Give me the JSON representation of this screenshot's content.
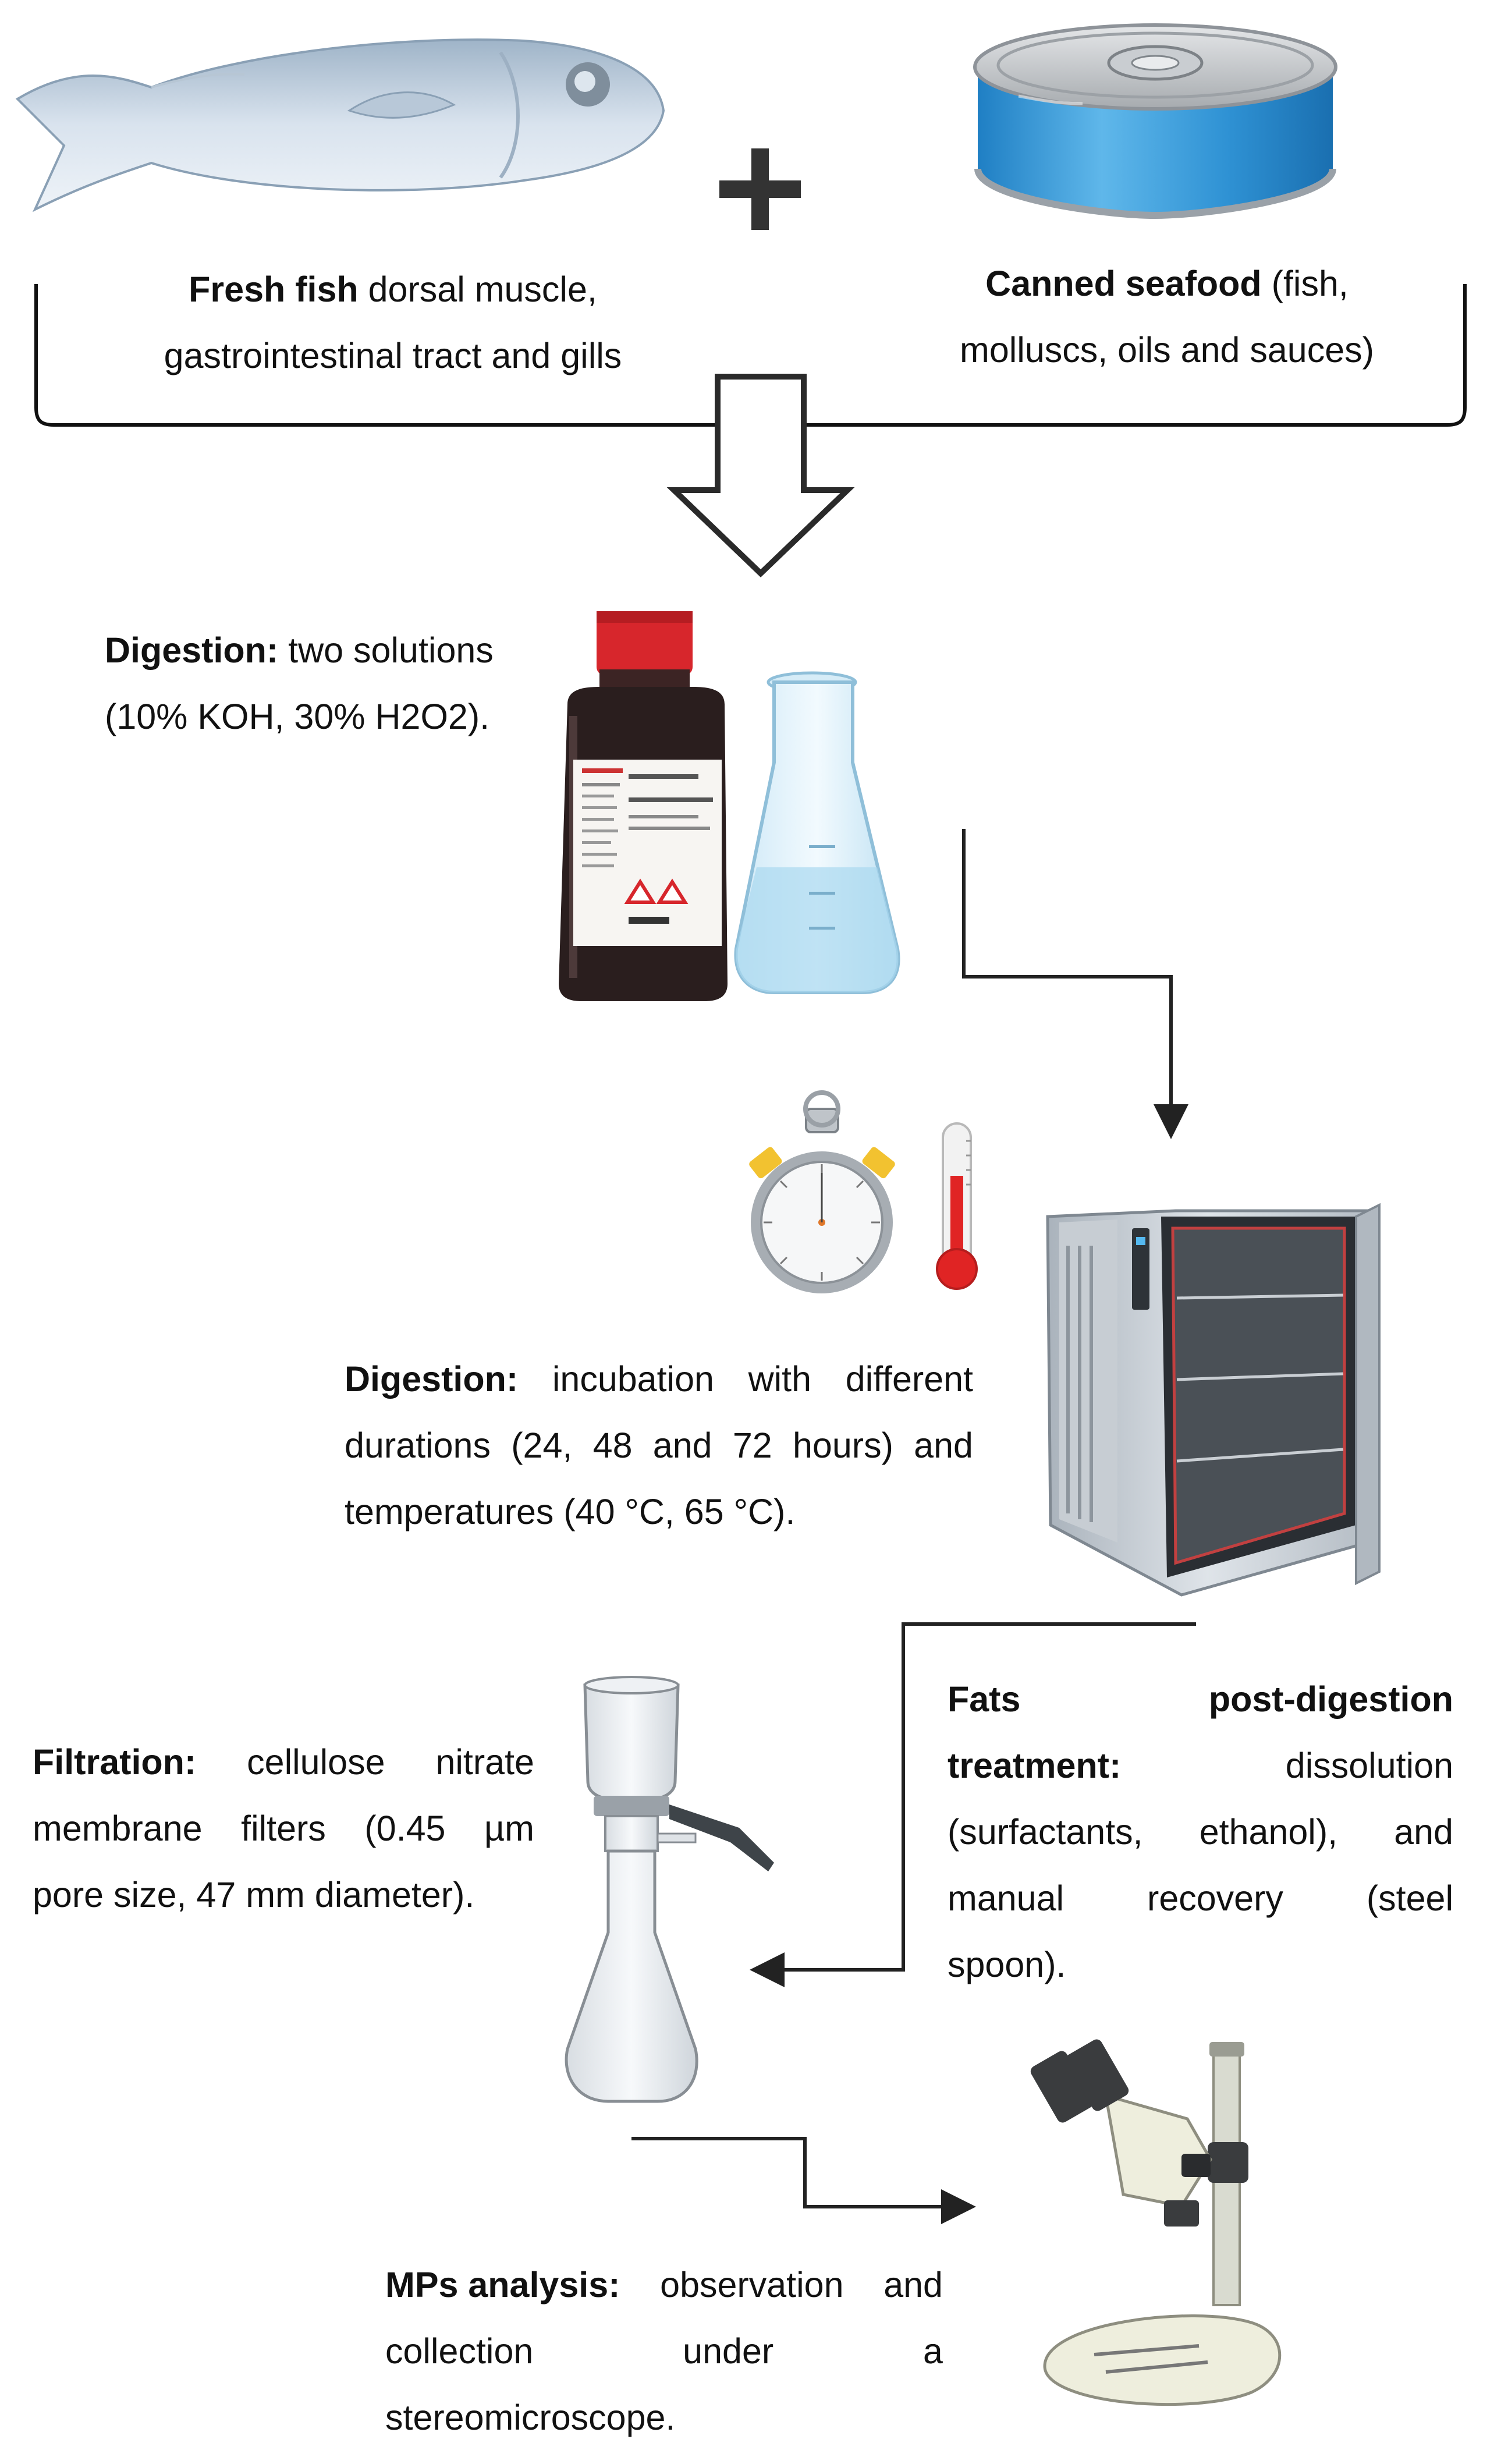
{
  "step_source": {
    "fresh_fish": {
      "bold": "Fresh fish",
      "rest": " dorsal muscle,",
      "line2": "gastrointestinal tract and gills"
    },
    "canned": {
      "bold": "Canned seafood",
      "rest": " (fish,",
      "line2": "molluscs, oils and sauces)"
    }
  },
  "step_digestion_solutions": {
    "bold": "Digestion:",
    "rest": " two solutions",
    "line2": "(10% KOH, 30% H2O2)."
  },
  "step_incubation": {
    "bold": "Digestion:",
    "line1_words": [
      "incubation",
      "with",
      "different"
    ],
    "line2_words": [
      "durations",
      "(24,",
      "48",
      "and",
      "72",
      "hours)",
      "and"
    ],
    "line3": "temperatures (40 °C, 65 °C)."
  },
  "step_filtration": {
    "bold": "Filtration:",
    "line1_words": [
      "cellulose",
      "nitrate"
    ],
    "line2_words": [
      "membrane",
      "filters",
      "(0.45",
      "µm"
    ],
    "line3": "pore size, 47 mm diameter)."
  },
  "step_fats": {
    "bold1": "Fats",
    "bold1b": "post-digestion",
    "bold2": "treatment:",
    "line2_rest": "dissolution",
    "line3_words": [
      "(surfactants,",
      "ethanol),",
      "and"
    ],
    "line4_words": [
      "manual",
      "recovery",
      "(steel"
    ],
    "line5": "spoon)."
  },
  "step_analysis": {
    "bold": "MPs analysis:",
    "line1_words": [
      "observation",
      "and"
    ],
    "line2_words": [
      "collection",
      "under",
      "a"
    ],
    "line3": "stereomicroscope."
  },
  "icons": [
    "fish-icon",
    "tuna-can-icon",
    "plus-icon",
    "chemical-bottle-icon",
    "erlenmeyer-flask-icon",
    "stopwatch-icon",
    "thermometer-icon",
    "lab-oven-icon",
    "vacuum-filtration-icon",
    "stereomicroscope-icon"
  ],
  "colors": {
    "text": "#111111",
    "arrows": "#222222",
    "can_blue": "#3a9ad9",
    "bottle_cap": "#d7262c",
    "thermometer_red": "#e02424",
    "stopwatch_yellow": "#f2c230"
  }
}
